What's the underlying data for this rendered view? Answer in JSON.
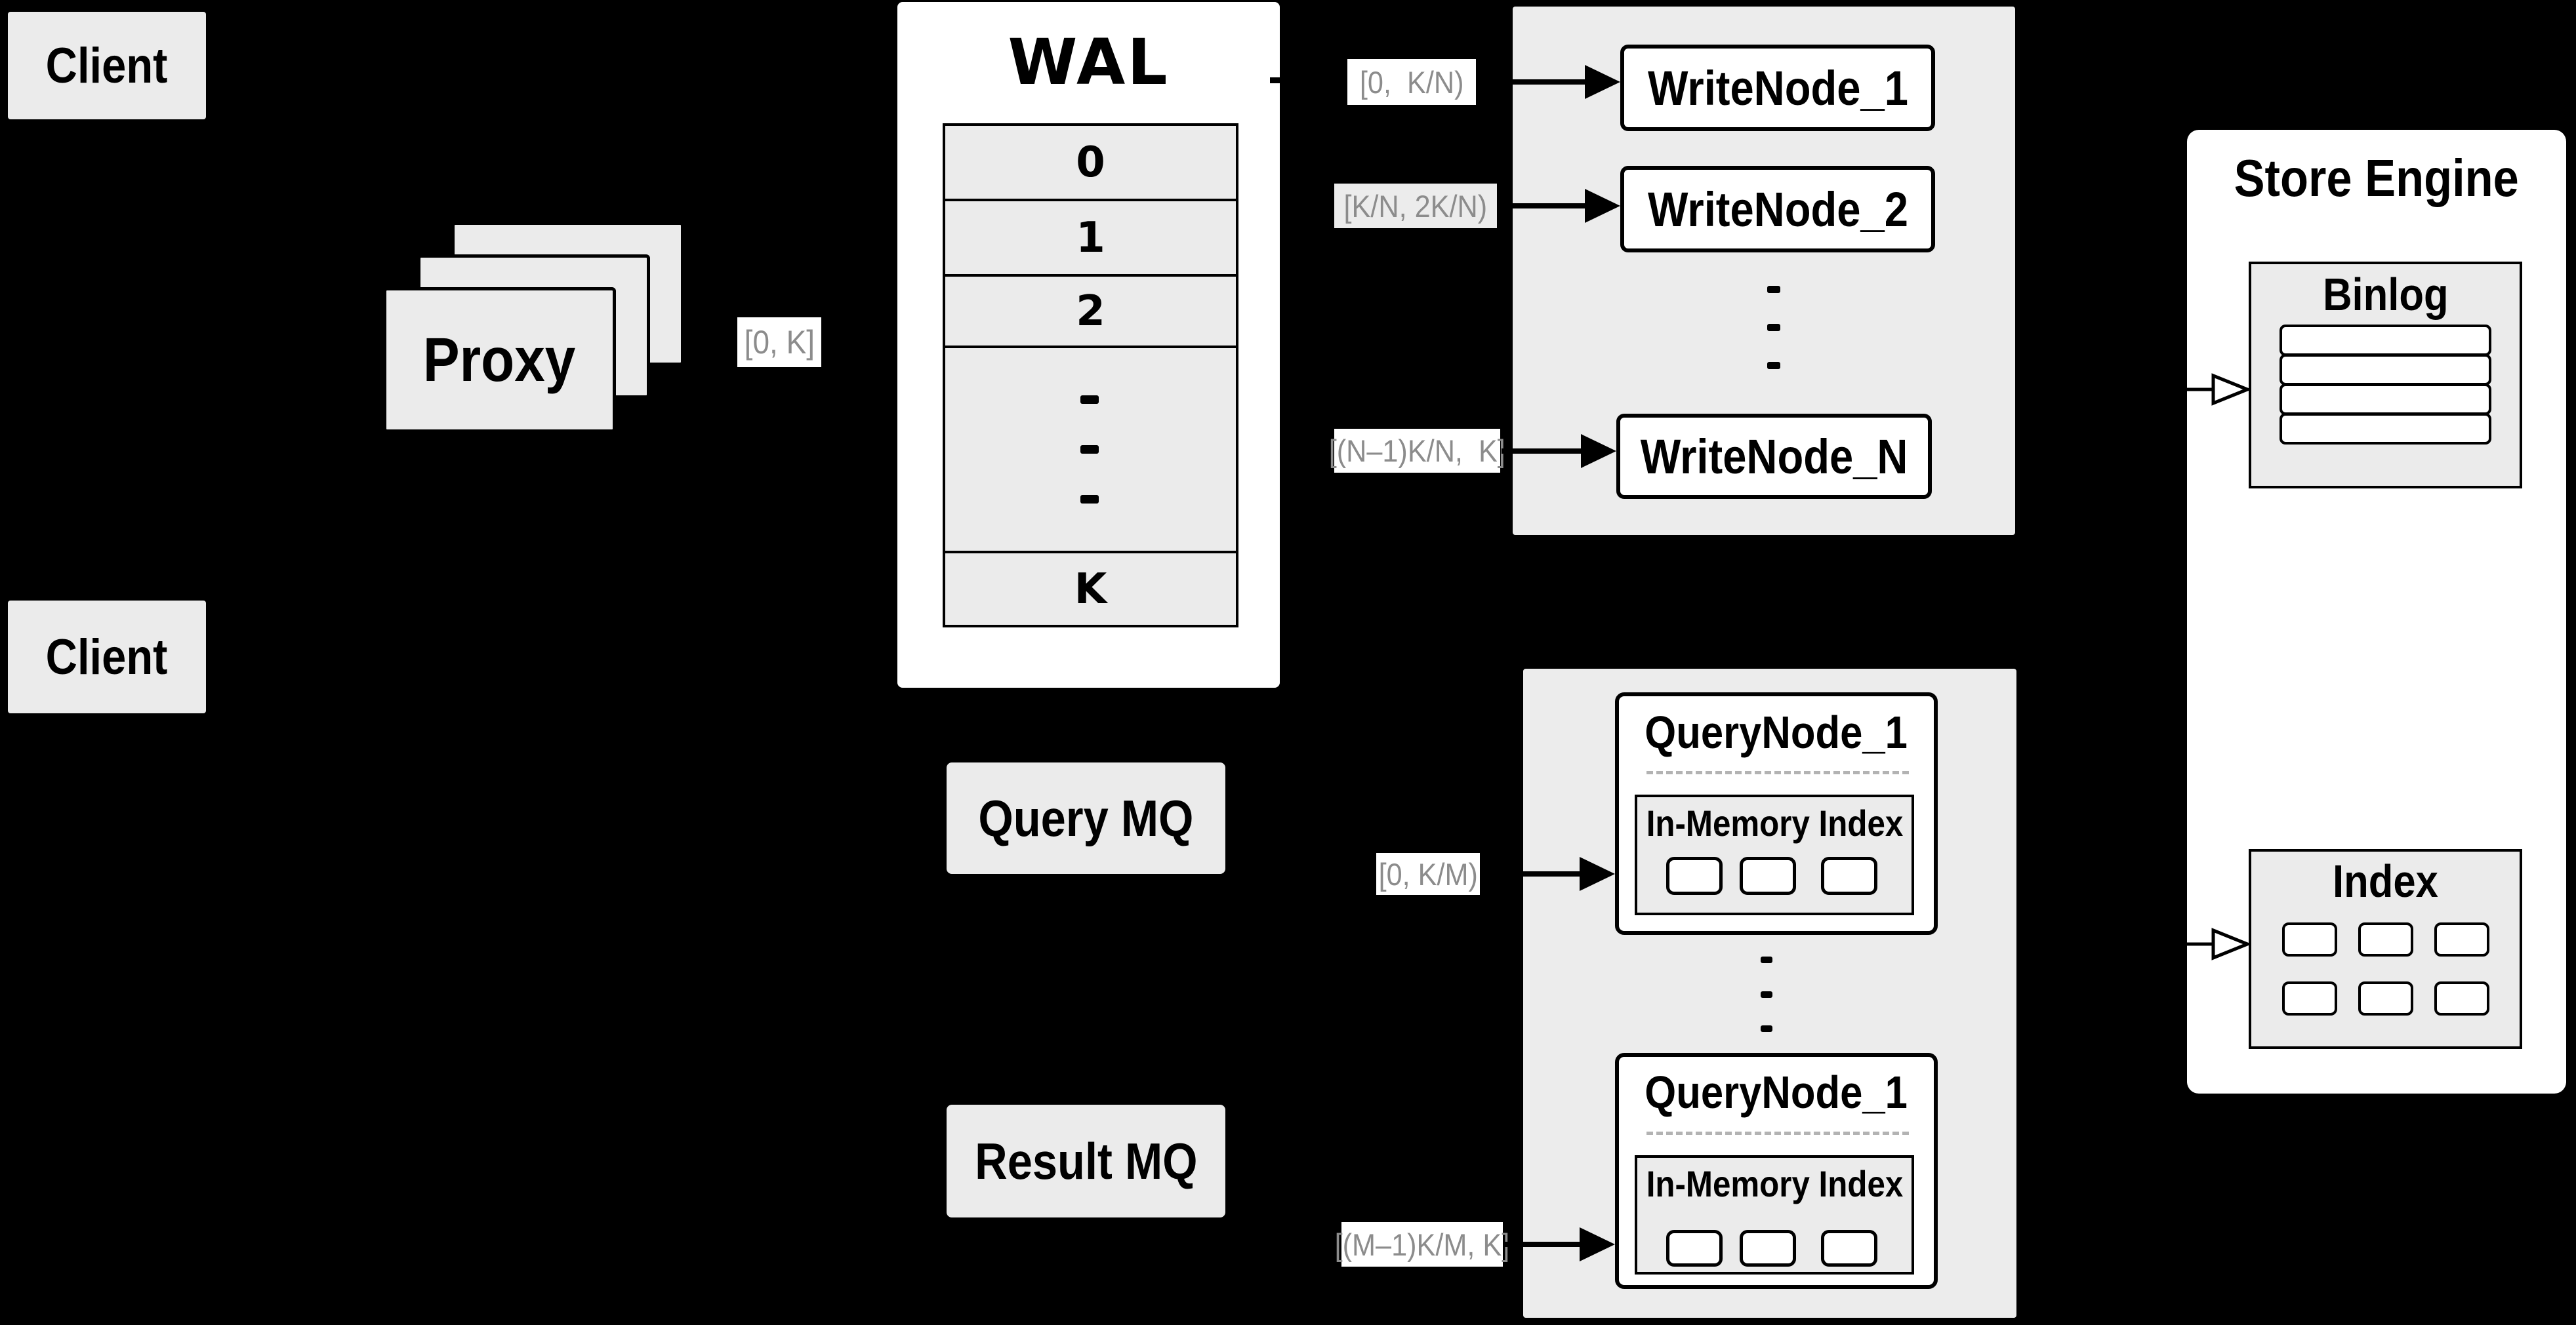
{
  "diagram": {
    "clients": {
      "top_label": "Client",
      "bottom_label": "Client"
    },
    "proxy": {
      "label": "Proxy",
      "range": "[0, K]"
    },
    "wal": {
      "title": "WAL",
      "rows": [
        "0",
        "1",
        "2",
        "K"
      ]
    },
    "write_plane": {
      "ranges": [
        "[0,  K/N)",
        "[K/N, 2K/N)",
        "[(N–1)K/N,  K]"
      ],
      "nodes": [
        "WriteNode_1",
        "WriteNode_2",
        "WriteNode_N"
      ]
    },
    "mq": {
      "query": "Query MQ",
      "result": "Result MQ"
    },
    "query_plane": {
      "ranges": [
        "[0, K/M)",
        "[(M–1)K/M, K]"
      ],
      "nodes": [
        {
          "title": "QueryNode_1",
          "inner": "In-Memory Index"
        },
        {
          "title": "QueryNode_1",
          "inner": "In-Memory Index"
        }
      ]
    },
    "store_engine": {
      "title": "Store Engine",
      "binlog": "Binlog",
      "index": "Index"
    },
    "colors": {
      "background": "#000000",
      "panel_gray": "#ebebeb",
      "alt_label_gray": "#ececec",
      "white": "#ffffff",
      "border_black": "#000000",
      "range_text_gray": "#8c8c8c",
      "dashed_divider": "#b3b3b3"
    }
  }
}
